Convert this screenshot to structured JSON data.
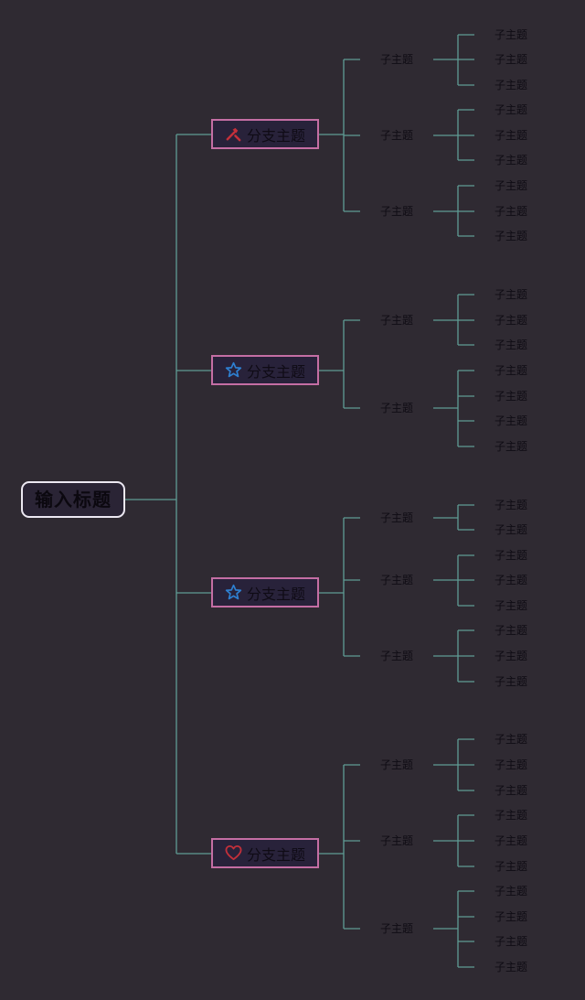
{
  "root": {
    "label": "输入标题"
  },
  "branches": [
    {
      "label": "分支主题",
      "icon": "tools-icon",
      "icon_color": "#c4303a",
      "subtopics": [
        {
          "label": "子主题",
          "leaves": [
            "子主题",
            "子主题",
            "子主题"
          ]
        },
        {
          "label": "子主题",
          "leaves": [
            "子主题",
            "子主题",
            "子主题"
          ]
        },
        {
          "label": "子主题",
          "leaves": [
            "子主题",
            "子主题",
            "子主题"
          ]
        }
      ]
    },
    {
      "label": "分支主题",
      "icon": "star-icon",
      "icon_color": "#2e7fd0",
      "subtopics": [
        {
          "label": "子主题",
          "leaves": [
            "子主题",
            "子主题",
            "子主题"
          ]
        },
        {
          "label": "子主题",
          "leaves": [
            "子主题",
            "子主题",
            "子主题",
            "子主题"
          ]
        }
      ]
    },
    {
      "label": "分支主题",
      "icon": "star-icon",
      "icon_color": "#2e7fd0",
      "subtopics": [
        {
          "label": "子主题",
          "leaves": [
            "子主题",
            "子主题"
          ]
        },
        {
          "label": "子主题",
          "leaves": [
            "子主题",
            "子主题",
            "子主题"
          ]
        },
        {
          "label": "子主题",
          "leaves": [
            "子主题",
            "子主题",
            "子主题"
          ]
        }
      ]
    },
    {
      "label": "分支主题",
      "icon": "heart-icon",
      "icon_color": "#c4303a",
      "subtopics": [
        {
          "label": "子主题",
          "leaves": [
            "子主题",
            "子主题",
            "子主题"
          ]
        },
        {
          "label": "子主题",
          "leaves": [
            "子主题",
            "子主题",
            "子主题"
          ]
        },
        {
          "label": "子主题",
          "leaves": [
            "子主题",
            "子主题",
            "子主题",
            "子主题"
          ]
        }
      ]
    }
  ],
  "colors": {
    "background": "#2f2a32",
    "connector": "#5f9c94",
    "branch_border": "#c46ea4",
    "root_border": "#ece8f2"
  }
}
